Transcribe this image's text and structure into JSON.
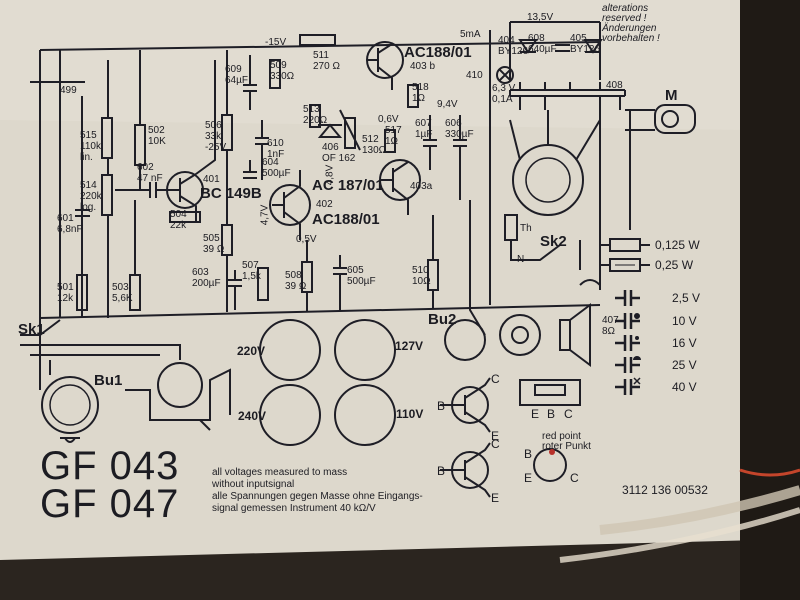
{
  "header_note": [
    "alterations",
    "reserved !",
    "Änderungen",
    "vorbehalten !"
  ],
  "models": [
    "GF 043",
    "GF 047"
  ],
  "measurement_note": [
    "all voltages measured to mass",
    "without inputsignal",
    "alle Spannungen gegen Masse ohne Eingangs-",
    "signal gemessen    Instrument 40 kΩ/V"
  ],
  "part_number": "3112 136 00532",
  "transistor_labels": {
    "q401": [
      "401",
      "BC 149B"
    ],
    "q402": [
      "402",
      "AC 187/01"
    ],
    "q402b": [
      "AC188/01"
    ],
    "q403a": [
      "403a"
    ],
    "q403b": [
      "AC188/01",
      "403 b"
    ]
  },
  "components": [
    {
      "id": "515",
      "text": [
        "515",
        "110k",
        "lin."
      ]
    },
    {
      "id": "502",
      "text": [
        "502",
        "10K"
      ]
    },
    {
      "id": "514",
      "text": [
        "514",
        "220k",
        "log."
      ]
    },
    {
      "id": "602",
      "text": [
        "602",
        "47 nF"
      ]
    },
    {
      "id": "601",
      "text": [
        "601",
        "6,8nF"
      ]
    },
    {
      "id": "501",
      "text": [
        "501",
        "12k"
      ]
    },
    {
      "id": "503",
      "text": [
        "503",
        "5,6K"
      ]
    },
    {
      "id": "506",
      "text": [
        "506",
        "33k",
        "-25V"
      ]
    },
    {
      "id": "504",
      "text": [
        "504",
        "22k"
      ]
    },
    {
      "id": "505",
      "text": [
        "505",
        "39 Ω"
      ]
    },
    {
      "id": "603",
      "text": [
        "603",
        "200µF"
      ]
    },
    {
      "id": "507",
      "text": [
        "507",
        "1,5k"
      ]
    },
    {
      "id": "609",
      "text": [
        "609",
        "64µF"
      ]
    },
    {
      "id": "509",
      "text": [
        "509",
        "330Ω"
      ]
    },
    {
      "id": "511",
      "text": [
        "511",
        "270 Ω"
      ]
    },
    {
      "id": "610",
      "text": [
        "610",
        "1nF"
      ]
    },
    {
      "id": "604",
      "text": [
        "604",
        "500µF"
      ]
    },
    {
      "id": "513",
      "text": [
        "513",
        "220Ω"
      ]
    },
    {
      "id": "406",
      "text": [
        "406",
        "OF 162"
      ]
    },
    {
      "id": "512",
      "text": [
        "512",
        "130Ω"
      ]
    },
    {
      "id": "517",
      "text": [
        "517",
        "1Ω"
      ]
    },
    {
      "id": "518",
      "text": [
        "518",
        "1Ω"
      ]
    },
    {
      "id": "607",
      "text": [
        "607",
        "1µF"
      ]
    },
    {
      "id": "606",
      "text": [
        "606",
        "330µF"
      ]
    },
    {
      "id": "508",
      "text": [
        "508",
        "39 Ω"
      ]
    },
    {
      "id": "605",
      "text": [
        "605",
        "500µF"
      ]
    },
    {
      "id": "510",
      "text": [
        "510",
        "10Ω"
      ]
    },
    {
      "id": "404",
      "text": [
        "404",
        "BY126"
      ]
    },
    {
      "id": "608",
      "text": [
        "608",
        "640µF"
      ]
    },
    {
      "id": "405",
      "text": [
        "405",
        "BY126"
      ]
    },
    {
      "id": "410",
      "text": [
        "410"
      ]
    },
    {
      "id": "lamp",
      "text": [
        "6,3 V",
        "0,1A"
      ]
    },
    {
      "id": "tr408",
      "text": [
        "408"
      ]
    },
    {
      "id": "speaker",
      "text": [
        "407",
        "8Ω"
      ]
    }
  ],
  "voltages": [
    "-15V",
    "13,5V",
    "5mA",
    "9,4V",
    "0,6V",
    "0,5V",
    "4,7V",
    "4,8V",
    "499"
  ],
  "connectors": {
    "sk1": "Sk1",
    "bu1": "Bu1",
    "bu2": "Bu2",
    "sk2": "Sk2",
    "motor": "M",
    "thermistor": "Th",
    "mains_switch_label": "N"
  },
  "voltage_selector": [
    "220V",
    "127V",
    "240V",
    "110V"
  ],
  "resistor_legend": [
    {
      "label": "0,125 W"
    },
    {
      "label": "0,25 W"
    }
  ],
  "capacitor_legend": [
    {
      "label": "2,5 V"
    },
    {
      "label": "10 V"
    },
    {
      "label": "16 V"
    },
    {
      "label": "25 V"
    },
    {
      "label": "40 V"
    }
  ],
  "pinout": {
    "letters": [
      "B",
      "C",
      "E",
      "B",
      "C",
      "E"
    ],
    "ebc": [
      "E",
      "B",
      "C"
    ],
    "red_point": [
      "red point",
      "roter Punkt"
    ],
    "rpb_letters": [
      "B",
      "E",
      "C"
    ]
  }
}
